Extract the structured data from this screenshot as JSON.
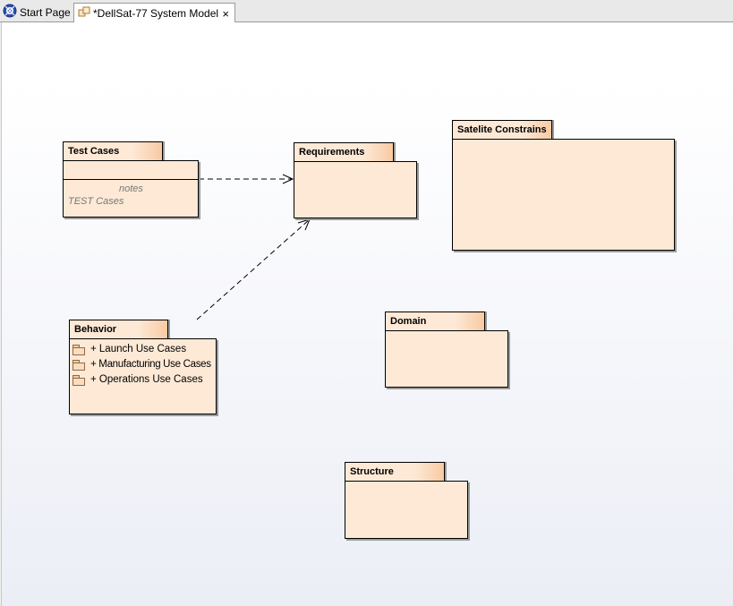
{
  "tabs": [
    {
      "label": "Start Page",
      "icon": "start-page-icon"
    },
    {
      "label": "*DellSat-77 System Model",
      "icon": "diagram-icon",
      "close": "×"
    }
  ],
  "diagram": {
    "packages": {
      "test_cases": {
        "title": "Test Cases",
        "notes_label": "notes",
        "notes_text": "TEST Cases"
      },
      "requirements": {
        "title": "Requirements"
      },
      "satelite_constrains": {
        "title": "Satelite Constrains"
      },
      "behavior": {
        "title": "Behavior",
        "children": [
          {
            "label": "+ Launch Use Cases",
            "icon": "package-folder-icon"
          },
          {
            "label": "+ Manufacturing Use Cases",
            "icon": "package-folder-icon"
          },
          {
            "label": "+ Operations Use Cases",
            "icon": "package-folder-icon"
          }
        ]
      },
      "domain": {
        "title": "Domain"
      },
      "structure": {
        "title": "Structure"
      }
    },
    "connectors": [
      {
        "from": "Test Cases",
        "to": "Requirements",
        "style": "dashed-dependency"
      },
      {
        "from": "Behavior",
        "to": "Requirements",
        "style": "dashed-dependency"
      }
    ],
    "colors": {
      "package_fill": "#fde9d6",
      "package_tab_gradient_end": "#f8caa3"
    }
  }
}
